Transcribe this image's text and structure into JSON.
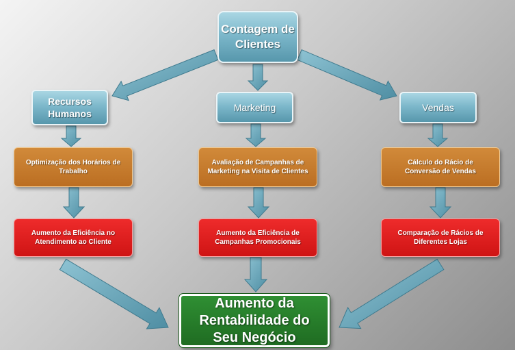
{
  "colors": {
    "blue": "#7db8cb",
    "orange": "#bb6e22",
    "red": "#e01e1e",
    "green": "#277d2a",
    "arrow": "#6aa4b8"
  },
  "nodes": {
    "root": "Contagem de Clientes",
    "hr": "Recursos Humanos",
    "marketing": "Marketing",
    "sales": "Vendas",
    "hr_task": "Optimização dos Horários de Trabalho",
    "marketing_task": "Avaliação de Campanhas de Marketing na Visita de Clientes",
    "sales_task": "Cálculo do Rácio de Conversão de Vendas",
    "hr_result": "Aumento da Eficiência no Atendimento ao Cliente",
    "marketing_result": "Aumento da Eficiência de Campanhas Promocionais",
    "sales_result": "Comparação de Rácios de Diferentes Lojas",
    "outcome": "Aumento da Rentabilidade do Seu Negócio"
  }
}
